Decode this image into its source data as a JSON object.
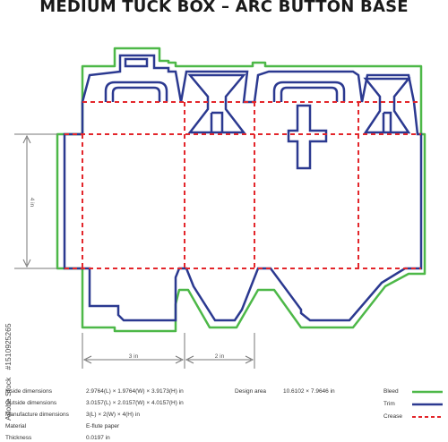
{
  "title": "MEDIUM TUCK BOX – ARC BUTTON BASE",
  "dimensions": {
    "height_label": "4 in",
    "length_label": "3 in",
    "width_label": "2 in"
  },
  "specs": [
    {
      "label": "Inside dimensions",
      "value": "2.9764(L) × 1.9764(W) × 3.9173(H) in"
    },
    {
      "label": "Outside dimensions",
      "value": "3.0157(L) × 2.0157(W) × 4.0157(H) in"
    },
    {
      "label": "Manufacture dimensions",
      "value": "3(L) × 2(W) × 4(H) in"
    },
    {
      "label": "Material",
      "value": "E-flute paper"
    },
    {
      "label": "Thickness",
      "value": "0.0197 in"
    }
  ],
  "design_area": {
    "label": "Design area",
    "value": "10.6102 × 7.9646 in"
  },
  "legend": [
    {
      "label": "Bleed",
      "color": "#4db848",
      "style": "solid"
    },
    {
      "label": "Trim",
      "color": "#2b3990",
      "style": "solid"
    },
    {
      "label": "Crease",
      "color": "#e3262b",
      "style": "dashed"
    }
  ],
  "credit": {
    "brand": "Adobe Stock",
    "id": "#1510925265"
  }
}
